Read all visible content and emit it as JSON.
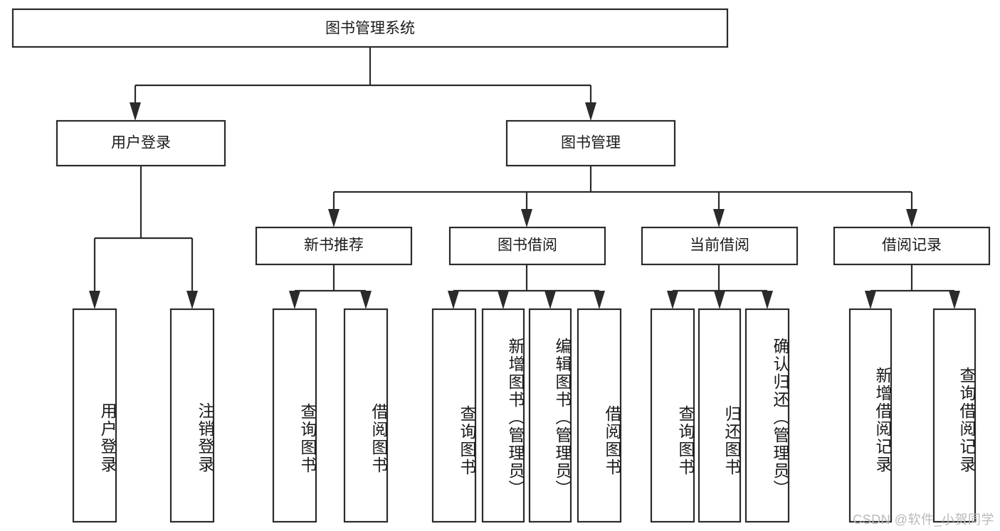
{
  "diagram": {
    "title": "图书管理系统",
    "type": "hierarchy-tree",
    "orientation": "top-down",
    "levels": 4,
    "colors": {
      "box_fill": "#ffffff",
      "box_stroke": "#2b2b2b",
      "connector": "#2b2b2b",
      "text": "#1a1a1a",
      "watermark": "#b9b9b9"
    }
  },
  "root": {
    "label": "图书管理系统"
  },
  "level1": [
    {
      "id": "user-login",
      "label": "用户登录"
    },
    {
      "id": "book-management",
      "label": "图书管理"
    }
  ],
  "level2": [
    {
      "id": "new-book-recommend",
      "label": "新书推荐",
      "parent": "book-management"
    },
    {
      "id": "book-borrow",
      "label": "图书借阅",
      "parent": "book-management"
    },
    {
      "id": "current-borrow",
      "label": "当前借阅",
      "parent": "book-management"
    },
    {
      "id": "borrow-record",
      "label": "借阅记录",
      "parent": "book-management"
    }
  ],
  "leaves": {
    "user_login": [
      {
        "id": "leaf-user-login",
        "label": "用户登录"
      },
      {
        "id": "leaf-logout-login",
        "label": "注销登录"
      }
    ],
    "new_book_recommend": [
      {
        "id": "leaf-query-book-1",
        "label": "查询图书"
      },
      {
        "id": "leaf-borrow-book-1",
        "label": "借阅图书"
      }
    ],
    "book_borrow": [
      {
        "id": "leaf-query-book-2",
        "label": "查询图书"
      },
      {
        "id": "leaf-add-book",
        "label": "新增图书（管理员）"
      },
      {
        "id": "leaf-edit-book",
        "label": "编辑图书（管理员）"
      },
      {
        "id": "leaf-borrow-book-2",
        "label": "借阅图书"
      }
    ],
    "current_borrow": [
      {
        "id": "leaf-query-book-3",
        "label": "查询图书"
      },
      {
        "id": "leaf-return-book",
        "label": "归还图书"
      },
      {
        "id": "leaf-confirm-return",
        "label": "确认归还（管理员）"
      }
    ],
    "borrow_record": [
      {
        "id": "leaf-add-record",
        "label": "新增借阅记录"
      },
      {
        "id": "leaf-query-record",
        "label": "查询借阅记录"
      }
    ]
  },
  "watermark": {
    "text": "CSDN @软件_小贺同学"
  }
}
